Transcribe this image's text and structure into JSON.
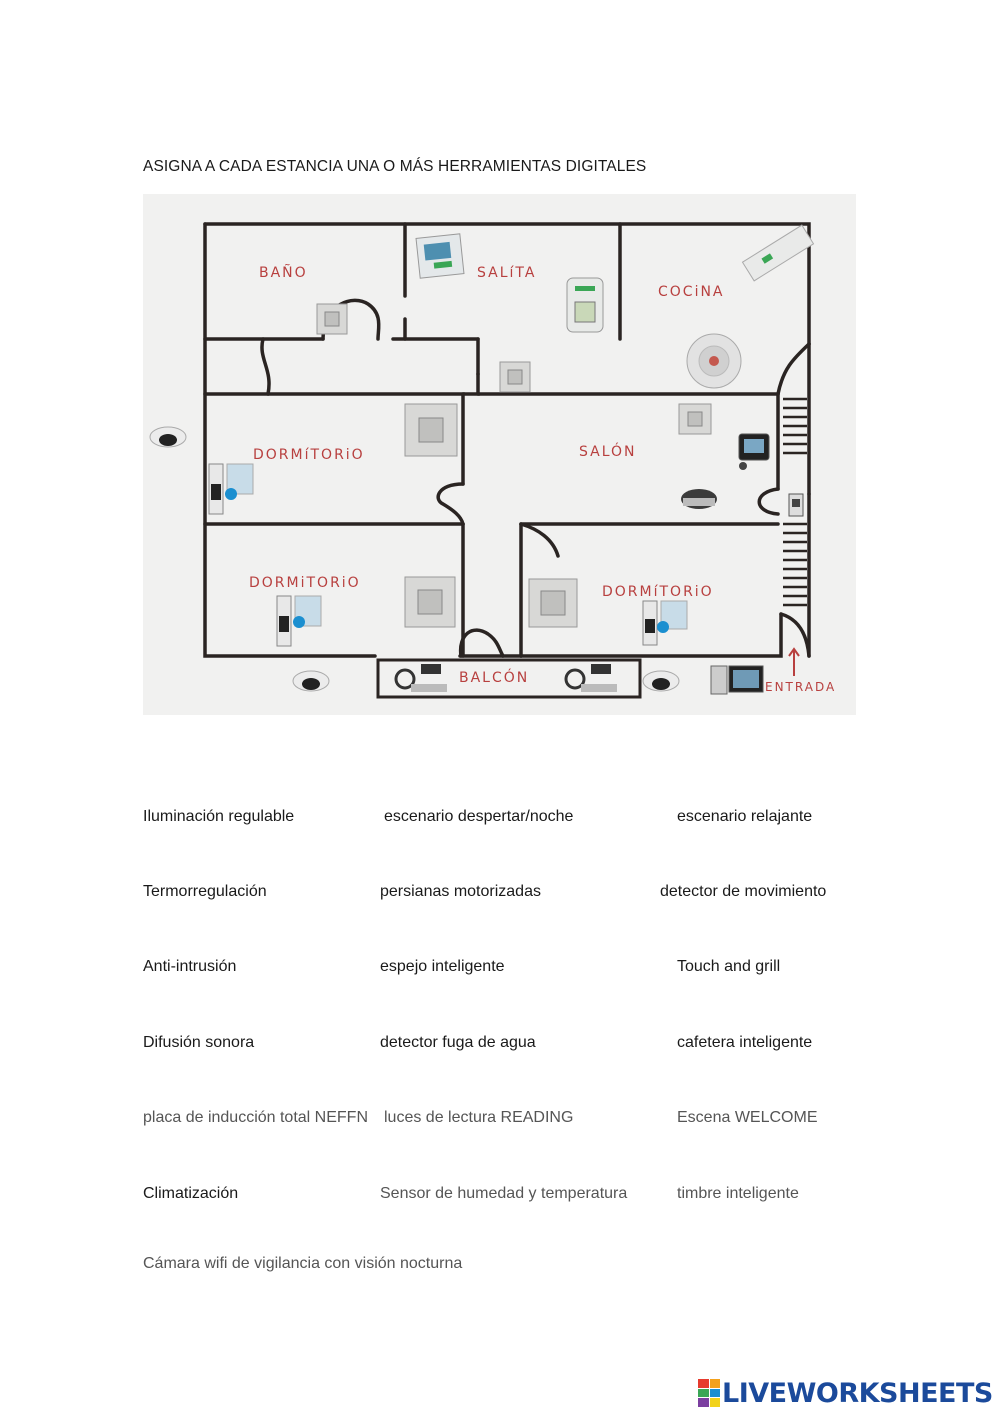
{
  "title": "ASIGNA A CADA ESTANCIA UNA O MÁS HERRAMIENTAS DIGITALES",
  "rooms": {
    "bano": "BAÑO",
    "salita": "SALíTA",
    "cocina": "COCiNA",
    "dormitorio1": "DORMíTORiO",
    "salon": "SALÓN",
    "dormitorio2": "DORMiTORiO",
    "dormitorio3": "DORMíTORiO",
    "balcon": "BALCÓN",
    "entrada": "ENTRADA"
  },
  "options": {
    "r1": [
      "Iluminación regulable",
      "escenario despertar/noche",
      "escenario relajante"
    ],
    "r2": [
      "Termorregulación",
      "persianas motorizadas",
      "detector de movimiento"
    ],
    "r3": [
      "Anti-intrusión",
      "espejo inteligente",
      "Touch and grill"
    ],
    "r4": [
      "Difusión sonora",
      "detector fuga de agua",
      "cafetera inteligente"
    ],
    "r5": [
      "placa de inducción total NEFFN",
      "luces de lectura READING",
      "Escena WELCOME"
    ],
    "r6": [
      "Climatización",
      "Sensor de humedad y temperatura",
      "timbre inteligente"
    ],
    "r7": [
      "Cámara wifi de vigilancia con visión nocturna"
    ]
  },
  "logo": {
    "text": "LIVEWORKSHEETS",
    "colors": [
      "#e63b2e",
      "#f4a11c",
      "#3aa655",
      "#1b8fd0",
      "#7b3fa0",
      "#f2d21b"
    ]
  }
}
